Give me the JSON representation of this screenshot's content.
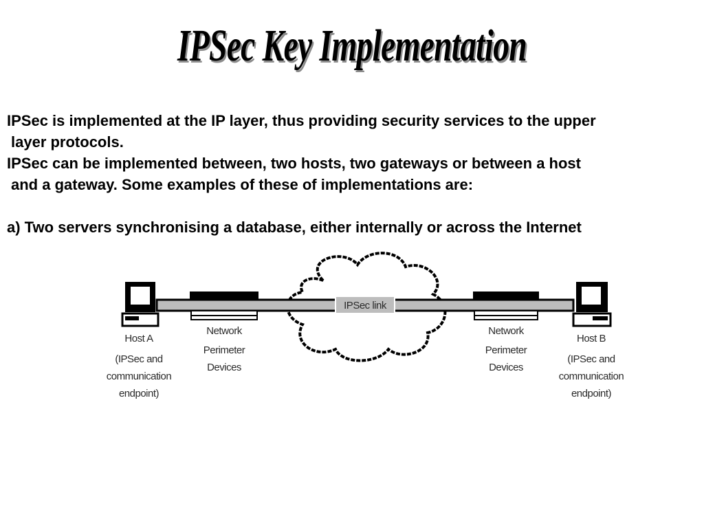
{
  "slide": {
    "title": "IPSec Key Implementation",
    "paragraphs": {
      "p1_line1": "IPSec is implemented at the IP layer, thus providing security services to the upper",
      "p1_line2": "layer protocols.",
      "p2_line1": "IPSec can be implemented between, two hosts, two gateways or between a host",
      "p2_line2": "and a gateway. Some examples of these of implementations are:",
      "example_a": "a) Two servers synchronising a database, either internally or across the Internet"
    }
  },
  "diagram": {
    "link_label": "IPSec link",
    "host_a": {
      "line1": "Host A",
      "line2": "(IPSec and",
      "line3": "communication",
      "line4": "endpoint)"
    },
    "network_left": {
      "line1": "Network",
      "line2": "Perimeter",
      "line3": "Devices"
    },
    "network_right": {
      "line1": "Network",
      "line2": "Perimeter",
      "line3": "Devices"
    },
    "host_b": {
      "line1": "Host B",
      "line2": "(IPSec and",
      "line3": "communication",
      "line4": "endpoint)"
    },
    "icons": {
      "host_a": "computer-icon",
      "host_b": "computer-icon",
      "network_left": "network-device-icon",
      "network_right": "network-device-icon",
      "cloud": "internet-cloud-icon"
    }
  }
}
